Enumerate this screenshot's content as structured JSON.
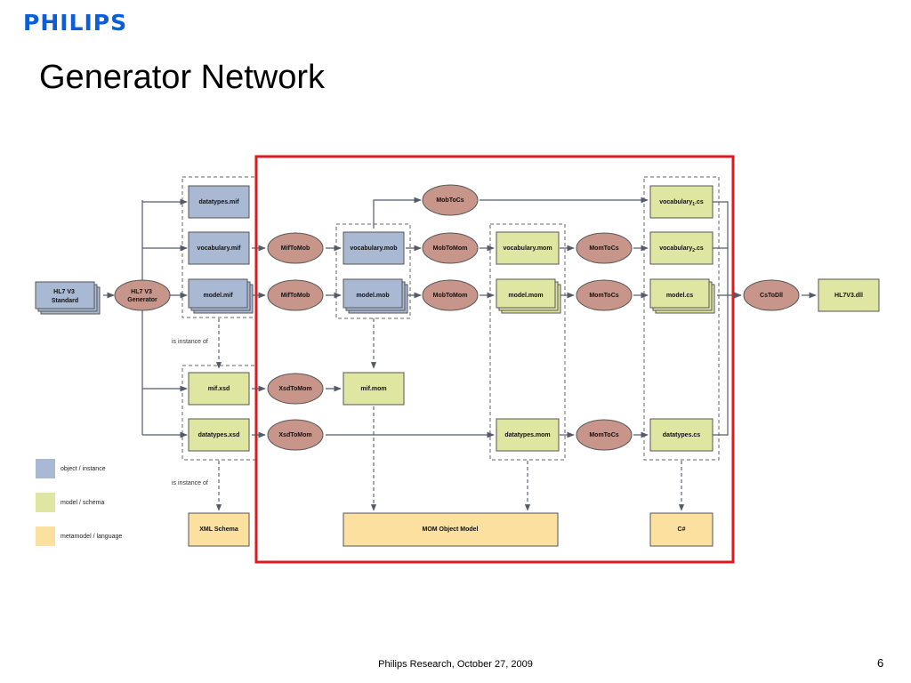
{
  "header": {
    "logo": "PHILIPS",
    "title": "Generator Network"
  },
  "footer": {
    "text": "Philips Research, October 27, 2009",
    "page": "6"
  },
  "colors": {
    "object_instance": "#a9b9d4",
    "model_schema": "#dfe6a2",
    "metamodel_language": "#fbe0a0",
    "process": "#c8958a",
    "highlight_border": "#e0191e"
  },
  "nodes": {
    "hl7_standard": {
      "line1": "HL7 V3",
      "line2": "Standard"
    },
    "hl7_generator": {
      "line1": "HL7 V3",
      "line2": "Generator"
    },
    "datatypes_mif": "datatypes.mif",
    "vocabulary_mif": "vocabulary.mif",
    "model_mif": "model.mif",
    "mif_xsd": "mif.xsd",
    "datatypes_xsd": "datatypes.xsd",
    "xml_schema": "XML Schema",
    "miftomob_1": "MifToMob",
    "miftomob_2": "MifToMob",
    "xsdtomom_1": "XsdToMom",
    "xsdtomom_2": "XsdToMom",
    "vocabulary_mob": "vocabulary.mob",
    "model_mob": "model.mob",
    "mif_mom": "mif.mom",
    "mobtocs": "MobToCs",
    "mobtomom_1": "MobToMom",
    "mobtomom_2": "MobToMom",
    "vocabulary_mom": "vocabulary.mom",
    "model_mom": "model.mom",
    "datatypes_mom": "datatypes.mom",
    "mom_object_model": "MOM Object Model",
    "momtocs_1": "MomToCs",
    "momtocs_2": "MomToCs",
    "momtocs_3": "MomToCs",
    "vocabulary1_cs": {
      "base": "vocabulary",
      "sub": "1",
      "ext": ".cs"
    },
    "vocabulary2_cs": {
      "base": "vocabulary",
      "sub": "2",
      "ext": ".cs"
    },
    "model_cs": "model.cs",
    "datatypes_cs": "datatypes.cs",
    "csharp": "C#",
    "cstodll": "CsToDll",
    "hl7v3_dll": "HL7V3.dll"
  },
  "annotations": {
    "instance_of_1": "is instance of",
    "instance_of_2": "is instance of"
  },
  "legend": [
    {
      "label": "object / instance",
      "color": "#a9b9d4"
    },
    {
      "label": "model / schema",
      "color": "#dfe6a2"
    },
    {
      "label": "metamodel / language",
      "color": "#fbe0a0"
    }
  ]
}
